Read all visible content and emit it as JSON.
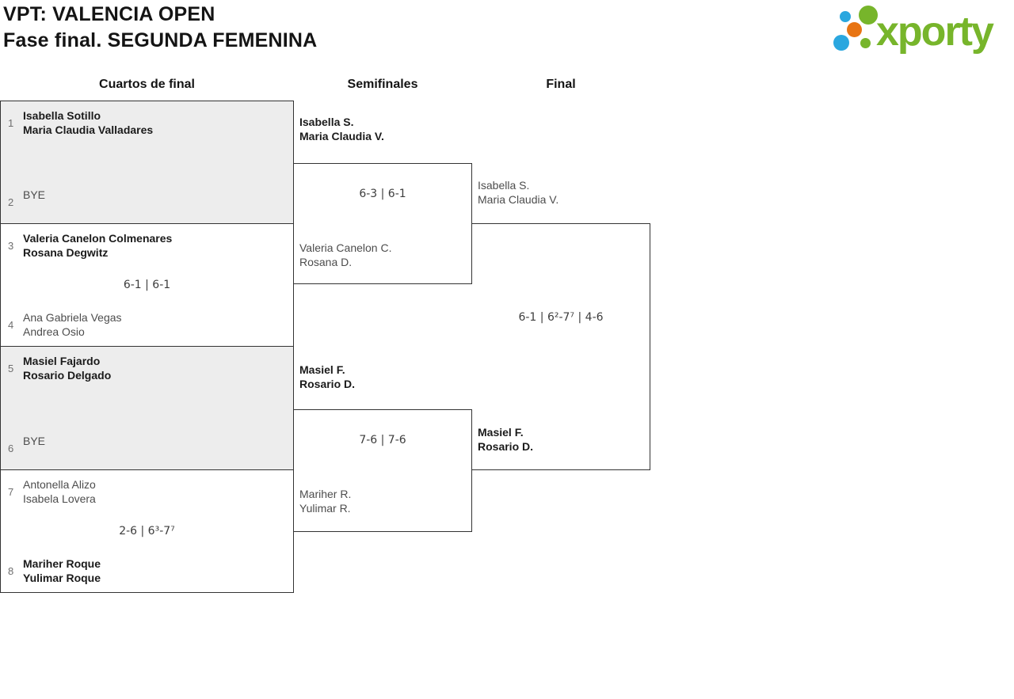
{
  "header": {
    "title_line1": "VPT: VALENCIA OPEN",
    "title_line2": "Fase final. SEGUNDA FEMENINA"
  },
  "logo": {
    "wordmark": "xporty",
    "green": "#77b52b",
    "blue": "#2aa7df",
    "orange": "#e87413"
  },
  "colors": {
    "shaded_box": "#ededed",
    "border": "#333333",
    "winner_text": "#1b1b1b",
    "loser_text": "#4d4d4d",
    "background": "#ffffff"
  },
  "columns": {
    "quarterfinals": "Cuartos de final",
    "semifinals": "Semifinales",
    "final": "Final"
  },
  "quarterfinals": [
    {
      "shaded": true,
      "top": {
        "seed": "1",
        "names": [
          "Isabella Sotillo",
          "Maria Claudia Valladares"
        ],
        "winner": true
      },
      "bottom": {
        "seed": "2",
        "names": [
          "BYE"
        ],
        "winner": false
      },
      "score": ""
    },
    {
      "shaded": false,
      "top": {
        "seed": "3",
        "names": [
          "Valeria Canelon Colmenares",
          "Rosana Degwitz"
        ],
        "winner": true
      },
      "bottom": {
        "seed": "4",
        "names": [
          "Ana Gabriela Vegas",
          "Andrea Osio"
        ],
        "winner": false
      },
      "score": "6-1 | 6-1"
    },
    {
      "shaded": true,
      "top": {
        "seed": "5",
        "names": [
          "Masiel Fajardo",
          "Rosario Delgado"
        ],
        "winner": true
      },
      "bottom": {
        "seed": "6",
        "names": [
          "BYE"
        ],
        "winner": false
      },
      "score": ""
    },
    {
      "shaded": false,
      "top": {
        "seed": "7",
        "names": [
          "Antonella Alizo",
          "Isabela Lovera"
        ],
        "winner": false
      },
      "bottom": {
        "seed": "8",
        "names": [
          "Mariher Roque",
          "Yulimar Roque"
        ],
        "winner": true
      },
      "score": "2-6 | 6³-7⁷"
    }
  ],
  "semifinals": [
    {
      "top": {
        "names": [
          "Isabella S.",
          "Maria Claudia V."
        ],
        "winner": true
      },
      "bottom": {
        "names": [
          "Valeria Canelon C.",
          "Rosana D."
        ],
        "winner": false
      },
      "score": "6-3 | 6-1"
    },
    {
      "top": {
        "names": [
          "Masiel F.",
          "Rosario D."
        ],
        "winner": true
      },
      "bottom": {
        "names": [
          "Mariher R.",
          "Yulimar R."
        ],
        "winner": false
      },
      "score": "7-6 | 7-6"
    }
  ],
  "final": {
    "top": {
      "names": [
        "Isabella S.",
        "Maria Claudia V."
      ],
      "winner": false
    },
    "bottom": {
      "names": [
        "Masiel F.",
        "Rosario D."
      ],
      "winner": true
    },
    "score": "6-1 | 6²-7⁷ | 4-6"
  }
}
